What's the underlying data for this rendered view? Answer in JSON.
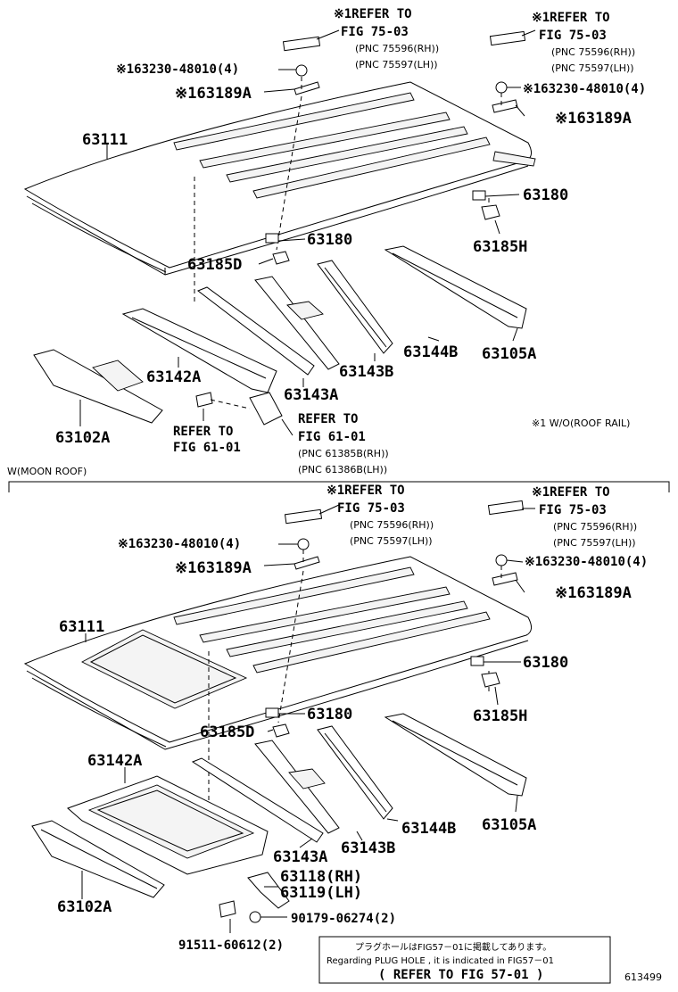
{
  "figure_id": "613499",
  "note_wo_roof_rail": "※1 W/O(ROOF RAIL)",
  "section_moon_roof": "W(MOON ROOF)",
  "upper": {
    "ref_left": "※1REFER TO",
    "ref_left2": "FIG 75-03",
    "ref_left_rh": "(PNC 75596(RH))",
    "ref_left_lh": "(PNC 75597(LH))",
    "ref_right": "※1REFER TO",
    "ref_right2": "FIG 75-03",
    "ref_right_rh": "(PNC 75596(RH))",
    "ref_right_lh": "(PNC 75597(LH))",
    "screw_left": "※163230-48010(4)",
    "screw_right": "※163230-48010(4)",
    "bracket_left": "※163189A",
    "bracket_right": "※163189A",
    "roof_panel": "63111",
    "clip_left": "63180",
    "clip_right": "63180",
    "holder_left": "63185D",
    "holder_right": "63185H",
    "bow_142a": "63142A",
    "bow_143a": "63143A",
    "bow_143b": "63143B",
    "bow_144b": "63144B",
    "bow_105a": "63105A",
    "header_102a": "63102A",
    "ref_fig61_a": "REFER TO",
    "ref_fig61_a2": "FIG 61-01",
    "ref_fig61_b": "REFER TO",
    "ref_fig61_b2": "FIG 61-01",
    "ref_fig61_rh": "(PNC 61385B(RH))",
    "ref_fig61_lh": "(PNC 61386B(LH))"
  },
  "lower": {
    "ref_left": "※1REFER TO",
    "ref_left2": "FIG 75-03",
    "ref_left_rh": "(PNC 75596(RH))",
    "ref_left_lh": "(PNC 75597(LH))",
    "ref_right": "※1REFER TO",
    "ref_right2": "FIG 75-03",
    "ref_right_rh": "(PNC 75596(RH))",
    "ref_right_lh": "(PNC 75597(LH))",
    "screw_left": "※163230-48010(4)",
    "screw_right": "※163230-48010(4)",
    "bracket_left": "※163189A",
    "bracket_right": "※163189A",
    "roof_panel": "63111",
    "clip_left": "63180",
    "clip_right": "63180",
    "holder_left": "63185D",
    "holder_right": "63185H",
    "frame_142a": "63142A",
    "bow_143a": "63143A",
    "bow_143b": "63143B",
    "bow_144b": "63144B",
    "bow_105a": "63105A",
    "header_102a": "63102A",
    "brace_rh": "63118(RH)",
    "brace_lh": "63119(LH)",
    "nut": "90179-06274(2)",
    "bolt": "91511-60612(2)"
  },
  "footnote": {
    "jp": "プラグホールはFIG57－01に掲載してあります。",
    "en": "Regarding PLUG HOLE , it is indicated in FIG57－01",
    "ref": "( REFER TO FIG 57-01 )"
  }
}
